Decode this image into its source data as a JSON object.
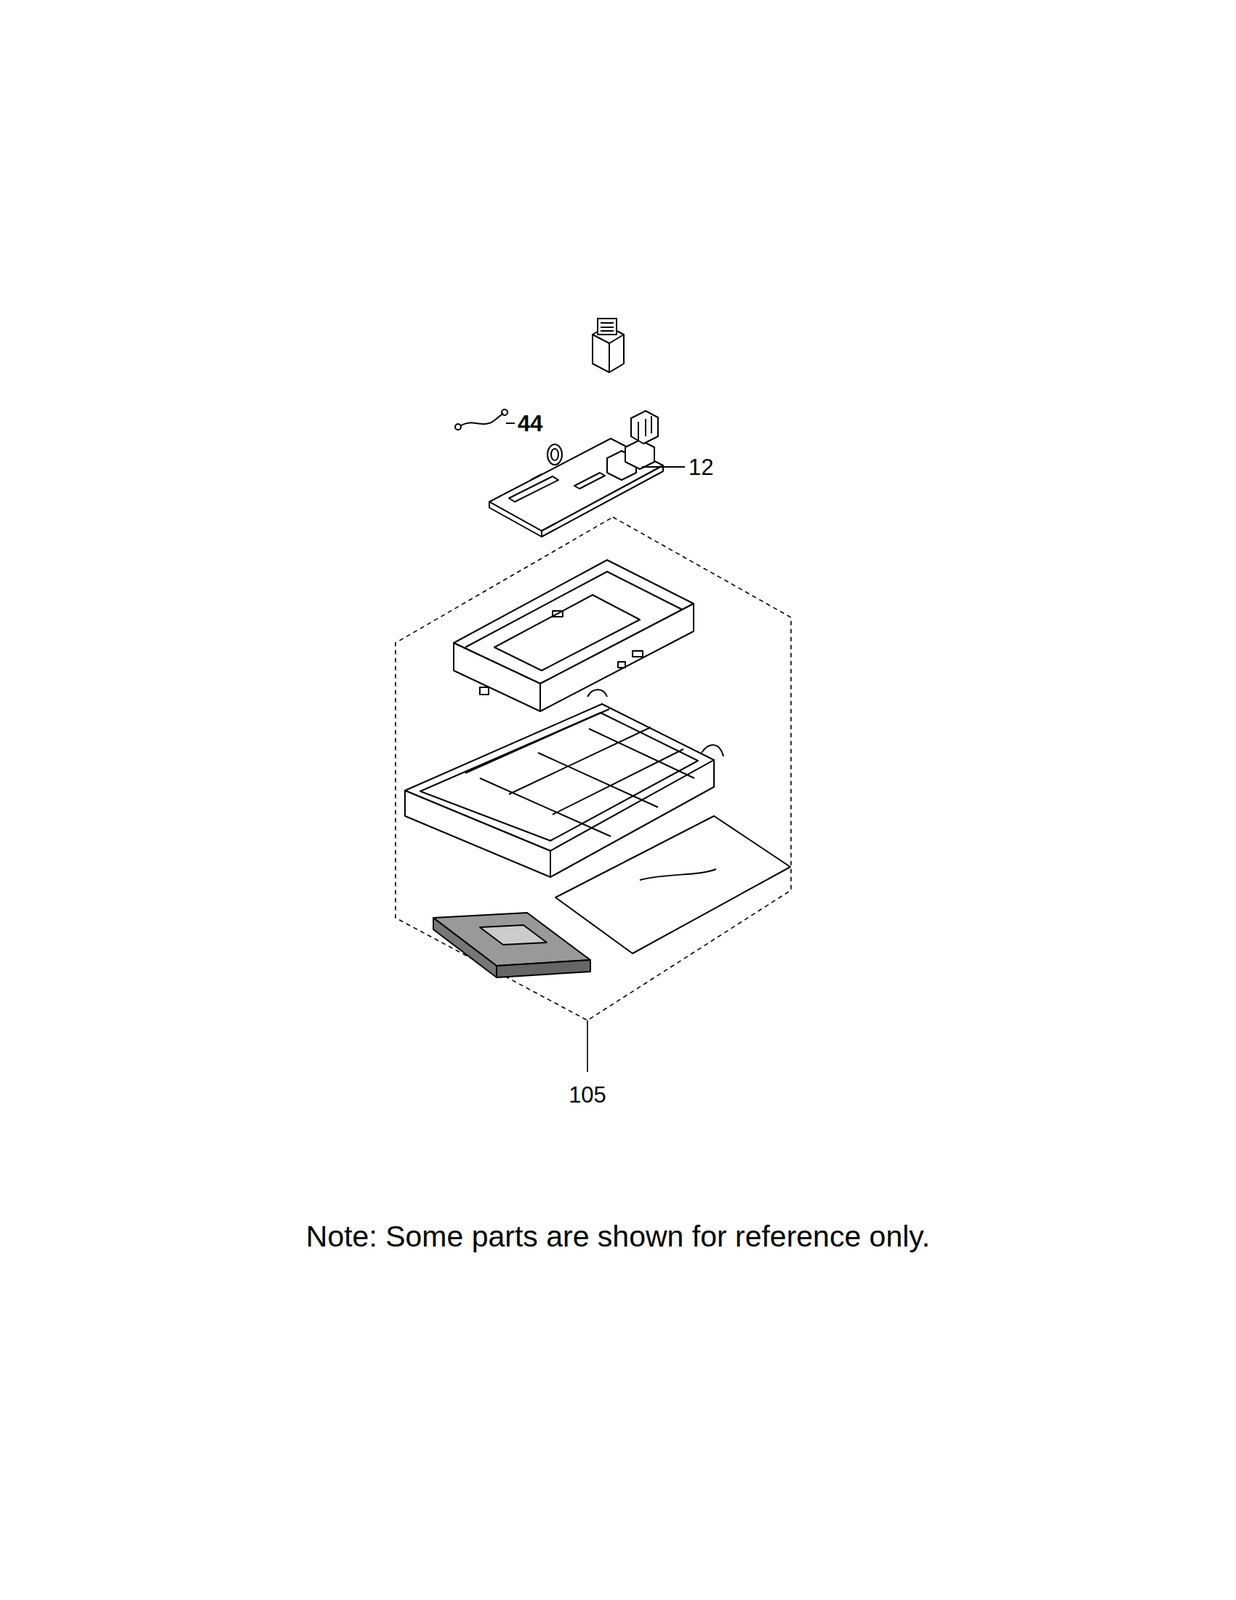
{
  "diagram": {
    "labels": [
      "44",
      "12",
      "105",
      "Note: Some parts are shown for reference only."
    ]
  }
}
